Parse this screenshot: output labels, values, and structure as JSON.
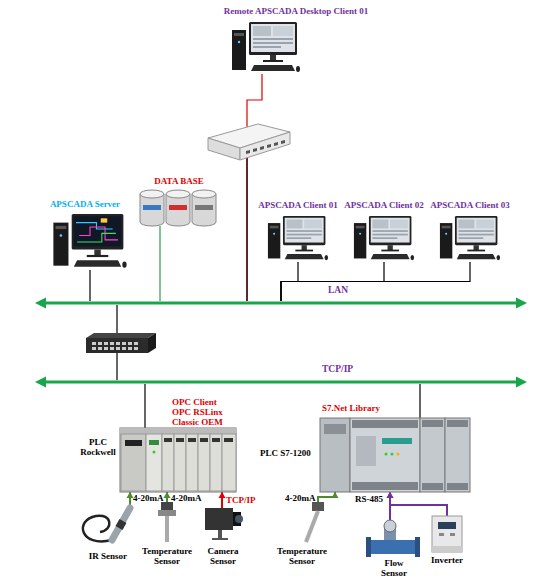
{
  "diagram": {
    "nodes": [
      {
        "text": [
          "Remote APSCADA Desktop Client 01"
        ]
      },
      {
        "text": [
          "DATA BASE"
        ]
      },
      {
        "text": [
          "APSCADA Server"
        ]
      },
      {
        "text": [
          "APSCADA Client 01"
        ]
      },
      {
        "text": [
          "APSCADA Client 02"
        ]
      },
      {
        "text": [
          "APSCADA Client 03"
        ]
      },
      {
        "text": [
          "LAN"
        ]
      },
      {
        "text": [
          "TCP/IP"
        ]
      },
      {
        "text": [
          "OPC Client OPC RSLinx Classic OEM",
          "PLC Rockwell"
        ]
      },
      {
        "text": [
          "S7.Net Library",
          "PLC S7-1200"
        ]
      },
      {
        "text": [
          "IR Sensor"
        ]
      },
      {
        "text": [
          "Temperature Sensor"
        ]
      },
      {
        "text": [
          "Camera Sensor"
        ]
      },
      {
        "text": [
          "Temperature Sensor"
        ]
      },
      {
        "text": [
          "Flow Sensor"
        ]
      },
      {
        "text": [
          "Inverter"
        ]
      }
    ],
    "edges": [
      {
        "from": 0,
        "to": 6,
        "arrow": "none"
      },
      {
        "from": 1,
        "to": 6,
        "arrow": "none"
      },
      {
        "from": 2,
        "to": 6,
        "arrow": "none"
      },
      {
        "from": 3,
        "to": 6,
        "arrow": "none"
      },
      {
        "from": 4,
        "to": 6,
        "arrow": "none"
      },
      {
        "from": 5,
        "to": 6,
        "arrow": "none"
      },
      {
        "from": 6,
        "to": 7,
        "arrow": "none"
      },
      {
        "from": 7,
        "to": 8,
        "arrow": "none"
      },
      {
        "from": 7,
        "to": 9,
        "arrow": "none"
      },
      {
        "from": 10,
        "to": 8,
        "label": "4-20mA",
        "arrow": "to"
      },
      {
        "from": 11,
        "to": 8,
        "label": "4-20mA",
        "arrow": "to"
      },
      {
        "from": 12,
        "to": 8,
        "label": "TCP/IP",
        "arrow": "to"
      },
      {
        "from": 13,
        "to": 9,
        "label": "4-20mA",
        "arrow": "to"
      },
      {
        "from": 14,
        "to": 9,
        "label": "RS-485",
        "arrow": "to"
      },
      {
        "from": 15,
        "to": 9,
        "arrow": "to"
      }
    ]
  }
}
